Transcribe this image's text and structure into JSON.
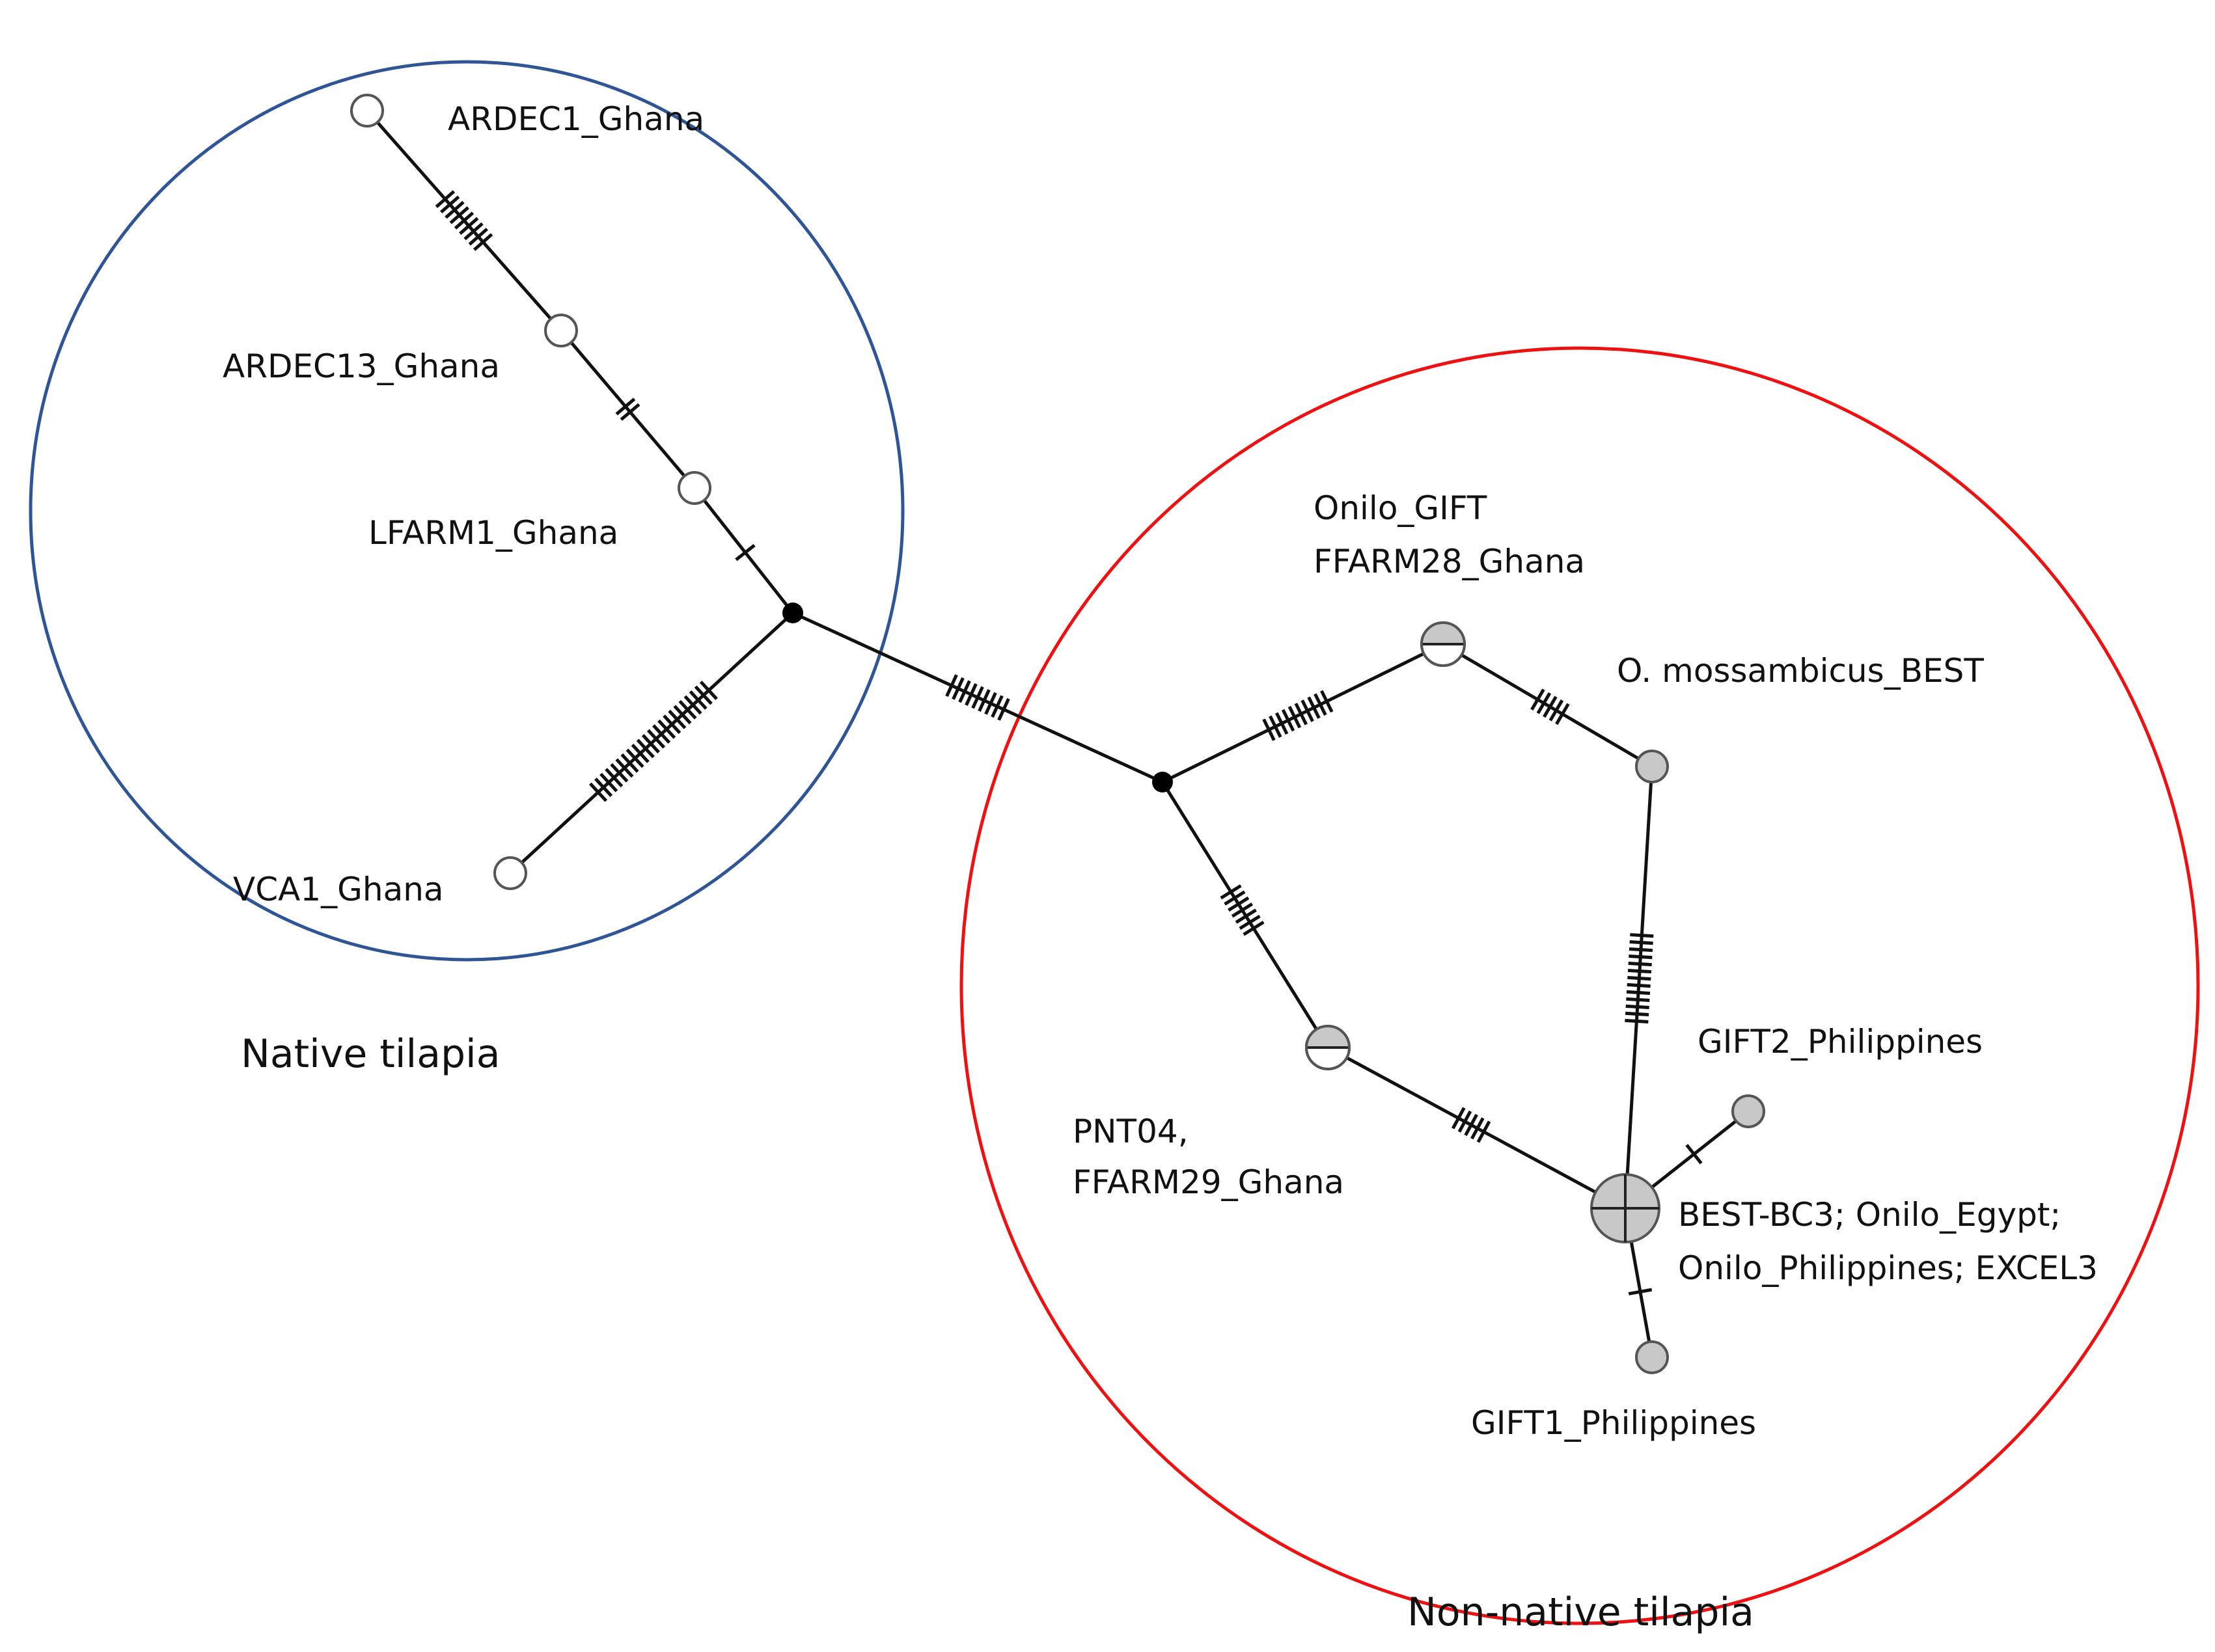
{
  "groups": [
    {
      "id": "native",
      "label": "Native tilapia",
      "color": "#2f5597"
    },
    {
      "id": "nonnative",
      "label": "Non-native tilapia",
      "color": "#ee1111"
    }
  ],
  "labels": {
    "ardec1": "ARDEC1_Ghana",
    "ardec13": "ARDEC13_Ghana",
    "lfarm1": "LFARM1_Ghana",
    "vca1": "VCA1_Ghana",
    "onilo_gift_line1": "Onilo_GIFT",
    "onilo_gift_line2": "FFARM28_Ghana",
    "mossambicus": "O. mossambicus_BEST",
    "gift2": "GIFT2_Philippines",
    "pnt04_line1": "PNT04,",
    "pnt04_line2": "FFARM29_Ghana",
    "best_line1": "BEST-BC3; Onilo_Egypt;",
    "best_line2": "Onilo_Philippines; EXCEL3",
    "gift1": "GIFT1_Philippines"
  },
  "node_style": {
    "native_fill": "#ffffff",
    "nonnative_fill": "#c8c8c8",
    "median_vector_fill": "#000000"
  },
  "edges": [
    {
      "from": "ardec1",
      "to": "ardec13",
      "mutations": 9
    },
    {
      "from": "ardec13",
      "to": "lfarm1",
      "mutations": 2
    },
    {
      "from": "lfarm1",
      "to": "mv1",
      "mutations": 1
    },
    {
      "from": "mv1",
      "to": "vca1",
      "mutations": 22
    },
    {
      "from": "mv1",
      "to": "mv2",
      "mutations": 9
    },
    {
      "from": "mv2",
      "to": "onilo_gift",
      "mutations": 10
    },
    {
      "from": "onilo_gift",
      "to": "mossambicus",
      "mutations": 5
    },
    {
      "from": "mossambicus",
      "to": "best",
      "mutations": 13
    },
    {
      "from": "mv2",
      "to": "pnt04",
      "mutations": 7
    },
    {
      "from": "pnt04",
      "to": "best",
      "mutations": 5
    },
    {
      "from": "best",
      "to": "gift2",
      "mutations": 1
    },
    {
      "from": "best",
      "to": "gift1",
      "mutations": 1
    }
  ]
}
